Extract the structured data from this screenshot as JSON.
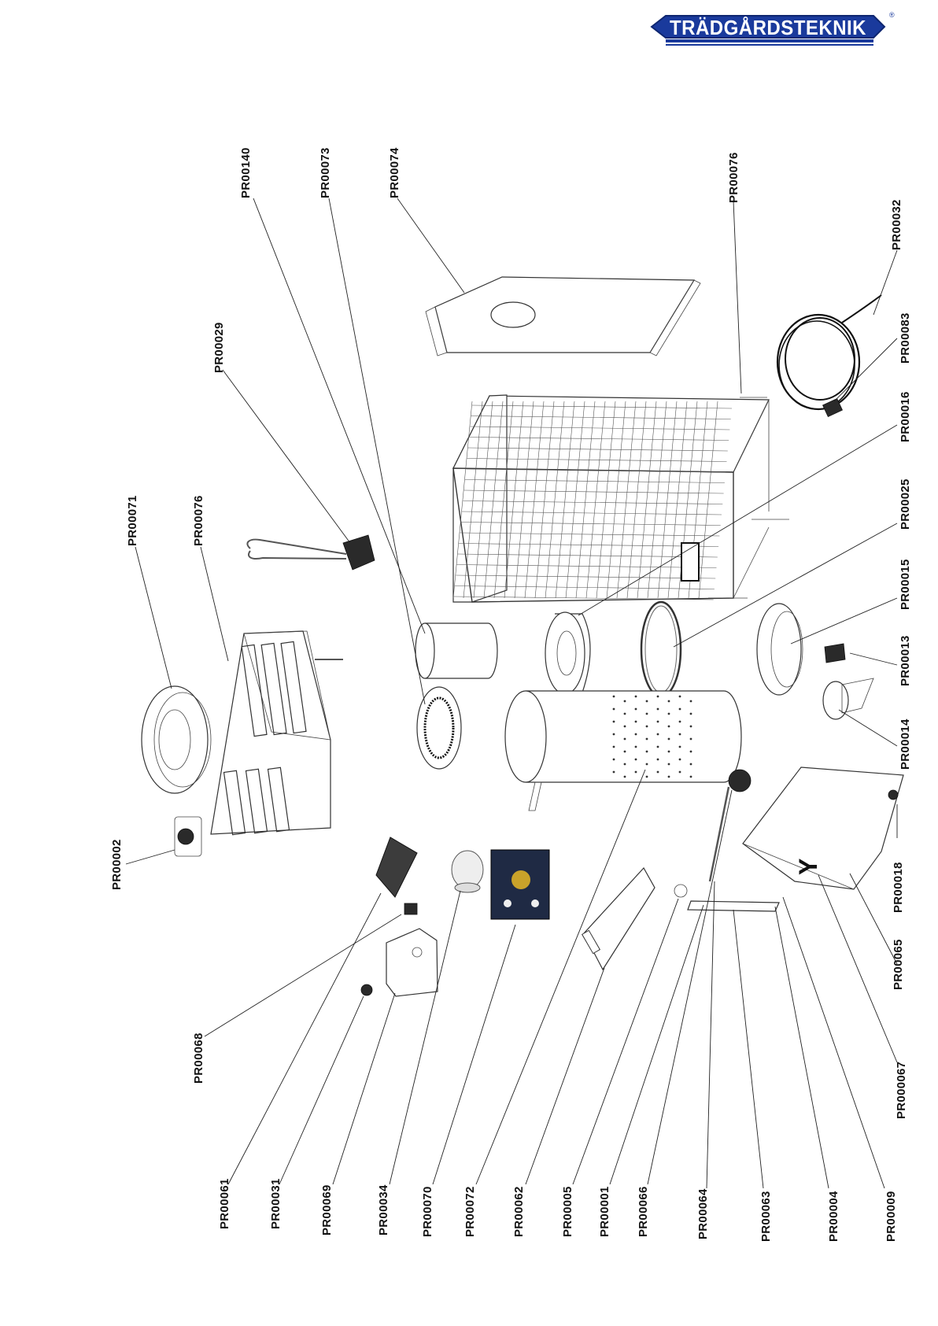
{
  "brand": {
    "logo_text": "TRÄDGÅRDSTEKNIK",
    "registered_mark": "®",
    "logo_color": "#1a3a9c"
  },
  "part_labels": {
    "PR00140": "PR00140",
    "PR00073": "PR00073",
    "PR00074": "PR00074",
    "PR00076_top": "PR00076",
    "PR00032": "PR00032",
    "PR00029": "PR00029",
    "PR00083": "PR00083",
    "PR00016": "PR00016",
    "PR00025": "PR00025",
    "PR00015": "PR00015",
    "PR00013": "PR00013",
    "PR00014": "PR00014",
    "PR00018": "PR00018",
    "PR00065": "PR00065",
    "PR000067": "PR000067",
    "PR00071": "PR00071",
    "PR00076_left": "PR00076",
    "PR00002": "PR00002",
    "PR00068": "PR00068",
    "PR00061": "PR00061",
    "PR00031": "PR00031",
    "PR00069": "PR00069",
    "PR00034": "PR00034",
    "PR00070": "PR00070",
    "PR00072": "PR00072",
    "PR00062": "PR00062",
    "PR00005": "PR00005",
    "PR00001": "PR00001",
    "PR00066": "PR00066",
    "PR00064": "PR00064",
    "PR00063": "PR00063",
    "PR00004": "PR00004",
    "PR00009": "PR00009"
  }
}
